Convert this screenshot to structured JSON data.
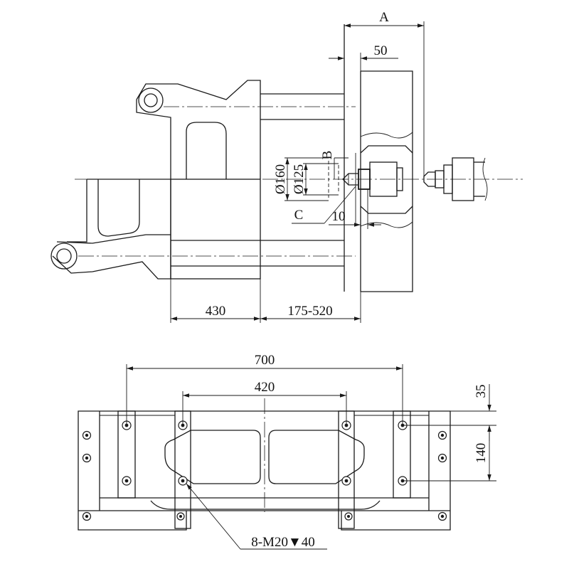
{
  "side_view": {
    "dim_A": "A",
    "dim_50": "50",
    "dim_B": "B",
    "dim_d160": "Ø160",
    "dim_d125": "Ø125",
    "dim_C": "C",
    "dim_10": "10",
    "dim_430": "430",
    "dim_range": "175-520"
  },
  "plan_view": {
    "dim_700": "700",
    "dim_420": "420",
    "dim_35": "35",
    "dim_140": "140",
    "thread_note": "8-M20▼40"
  }
}
